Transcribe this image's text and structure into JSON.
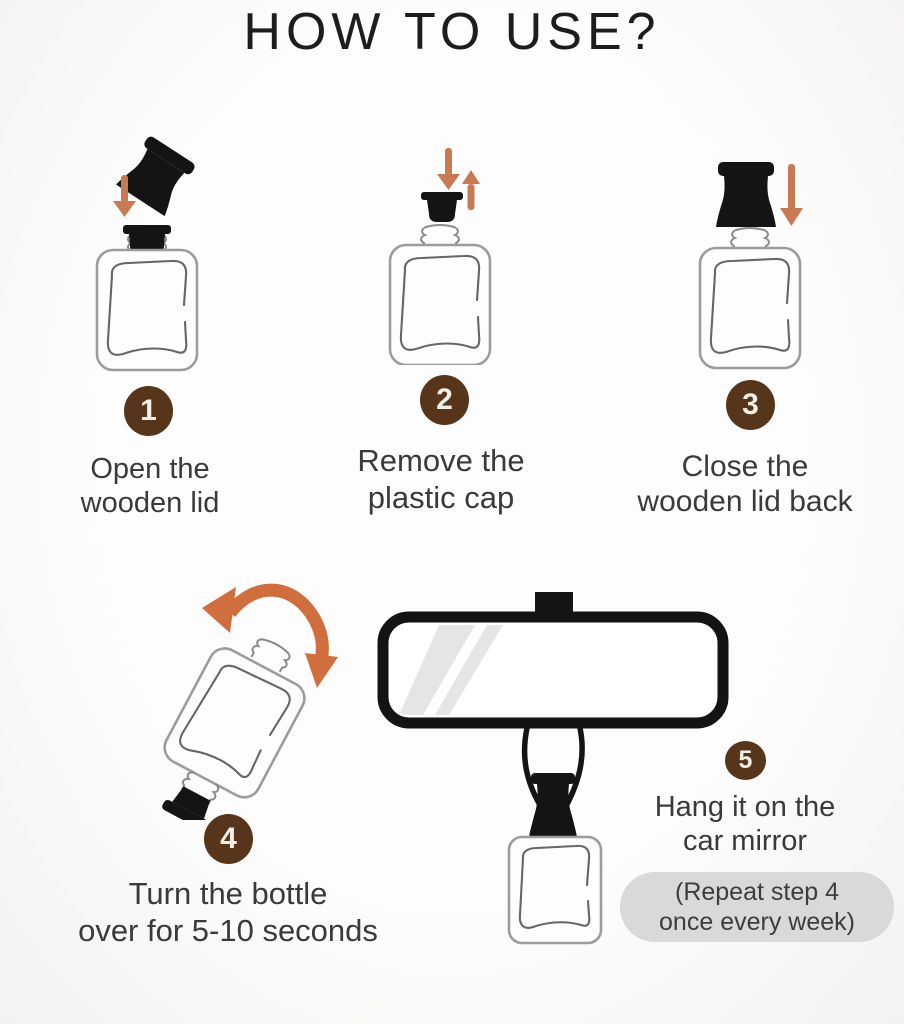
{
  "title": "HOW TO USE?",
  "steps": [
    {
      "number": "1",
      "lines": [
        "Open the",
        "wooden lid"
      ]
    },
    {
      "number": "2",
      "lines": [
        "Remove the",
        "plastic cap"
      ]
    },
    {
      "number": "3",
      "lines": [
        "Close the",
        "wooden lid back"
      ]
    },
    {
      "number": "4",
      "lines": [
        "Turn the bottle",
        "over for 5-10 seconds"
      ]
    },
    {
      "number": "5",
      "lines": [
        "Hang it on the",
        "car mirror"
      ]
    }
  ],
  "note": {
    "lines": [
      "(Repeat step 4",
      "once every week)"
    ]
  },
  "colors": {
    "badge_brown": "#56351a",
    "arrow_straight_orange": "#c87a52",
    "arrow_curved_orange": "#d06f3d",
    "note_pill_gray": "#d9d9d9",
    "label_text": "#3a3a3a",
    "title_text": "#1d1d1d",
    "lid_black": "#141414",
    "bottle_outline_gray": "#9c9c9c",
    "background": "#fdfdfd"
  },
  "icons": {
    "step1": "wooden-lid-tilted-icon, down-arrow-icon, capped-bottle-icon",
    "step2": "down-arrow-icon, up-arrow-icon, plastic-cap-icon, open-bottle-icon",
    "step3": "wooden-lid-icon, down-arrow-icon, open-bottle-icon",
    "step4": "rotate-arrow-icon, tilted-bottle-icon",
    "step5": "rearview-mirror-icon, hanging-bottle-icon"
  }
}
